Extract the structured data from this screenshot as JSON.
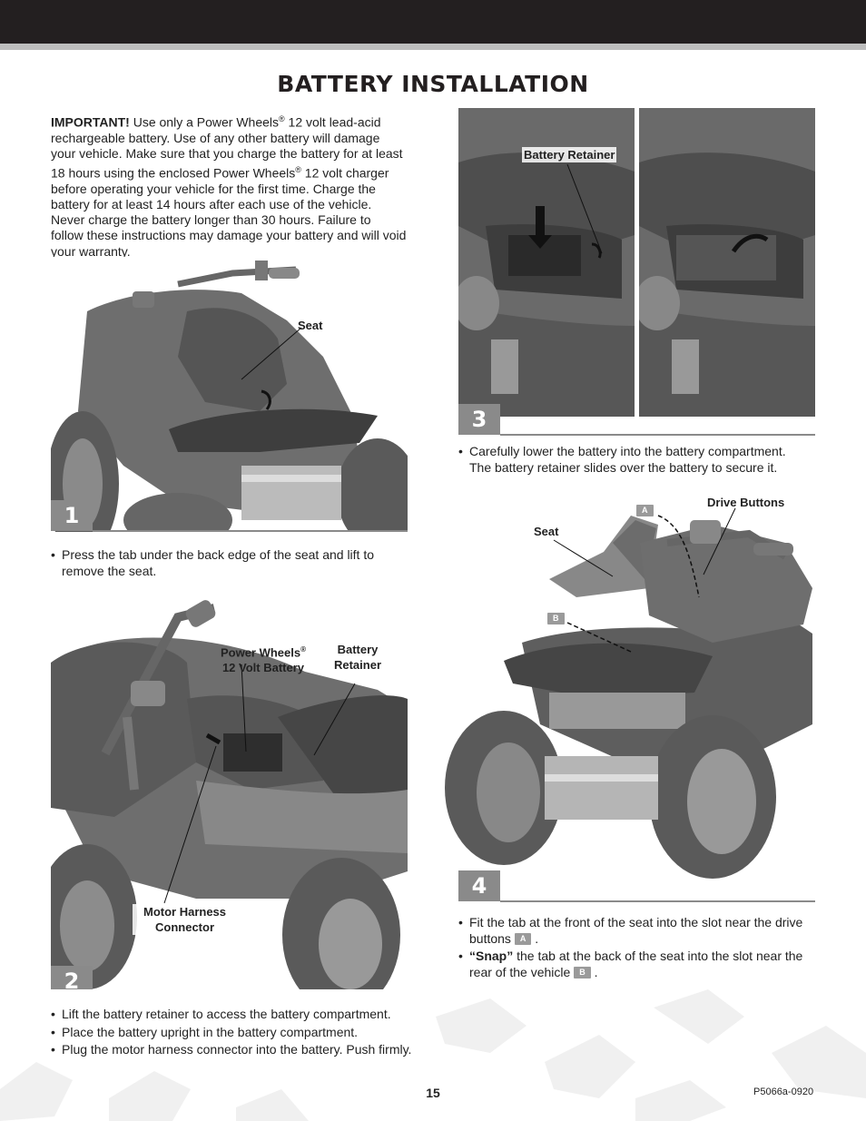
{
  "page": {
    "title": "BATTERY INSTALLATION",
    "page_number": "15",
    "doc_code": "P5066a-0920"
  },
  "intro": {
    "important_label": "IMPORTANT!",
    "text_1": " Use only a Power Wheels",
    "reg": "®",
    "text_2": " 12 volt lead-acid rechargeable battery. Use of any other battery will damage your vehicle. Make sure that you charge the battery for at least 18 hours using the enclosed Power Wheels",
    "text_3": " 12 volt charger before operating your vehicle for the first time. Charge the battery for at least 14 hours after each use of the vehicle. Never charge the battery longer than 30 hours. Failure to follow these instructions may damage your battery and will void your warranty."
  },
  "step1": {
    "number": "1",
    "label_seat": "Seat",
    "bullets": [
      "Press the tab under the back edge of the seat and lift to remove the seat."
    ]
  },
  "step2": {
    "number": "2",
    "label_battery_line1": "Power Wheels",
    "label_battery_reg": "®",
    "label_battery_line2": "12 Volt Battery",
    "label_retainer_line1": "Battery",
    "label_retainer_line2": "Retainer",
    "label_motor_line1": "Motor Harness",
    "label_motor_line2": "Connector",
    "bullets": [
      "Lift the battery retainer to access the battery compartment.",
      "Place the battery upright in the battery compartment.",
      "Plug the motor harness connector into the battery. Push firmly."
    ]
  },
  "step3": {
    "number": "3",
    "label_retainer": "Battery Retainer",
    "bullets": [
      "Carefully lower the battery into the battery compartment. The battery retainer slides over the battery to secure it."
    ]
  },
  "step4": {
    "number": "4",
    "label_seat": "Seat",
    "label_drive": "Drive Buttons",
    "tag_a": "A",
    "tag_b": "B",
    "bullet_1_text": "Fit the tab at the front of the seat into the slot near the drive buttons",
    "bullet_1_end": ".",
    "bullet_2_bold": "“Snap”",
    "bullet_2_text": " the tab at the back of the seat into the slot near the rear of the vehicle",
    "bullet_2_end": "."
  },
  "colors": {
    "header_bar": "#231f20",
    "step_badge": "#8a8a8a",
    "illustration_dark": "#4a4a4a",
    "illustration_mid": "#7a7a7a",
    "illustration_light": "#b5b5b5"
  }
}
